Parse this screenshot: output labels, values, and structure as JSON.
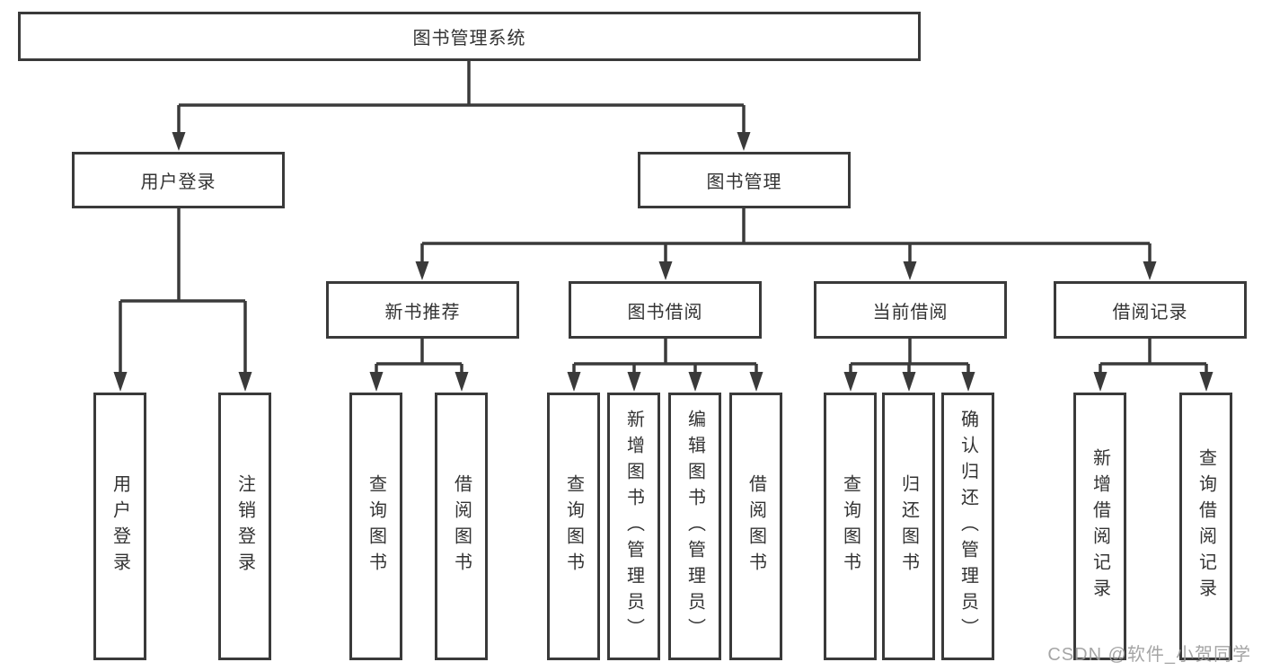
{
  "title": "图书管理系统",
  "nodes": {
    "root": "图书管理系统",
    "level2": [
      "用户登录",
      "图书管理"
    ],
    "level3": [
      "新书推荐",
      "图书借阅",
      "当前借阅",
      "借阅记录"
    ],
    "leaves": [
      "用户登录",
      "注销登录",
      "查询图书",
      "借阅图书",
      "查询图书",
      "新增图书（管理员）",
      "编辑图书（管理员）",
      "借阅图书",
      "查询图书",
      "归还图书",
      "确认归还（管理员）",
      "新增借阅记录",
      "查询借阅记录"
    ]
  },
  "hierarchy": {
    "图书管理系统": {
      "用户登录": [
        "用户登录",
        "注销登录"
      ],
      "图书管理": {
        "新书推荐": [
          "查询图书",
          "借阅图书"
        ],
        "图书借阅": [
          "查询图书",
          "新增图书（管理员）",
          "编辑图书（管理员）",
          "借阅图书"
        ],
        "当前借阅": [
          "查询图书",
          "归还图书",
          "确认归还（管理员）"
        ],
        "借阅记录": [
          "新增借阅记录",
          "查询借阅记录"
        ]
      }
    }
  },
  "watermark": "CSDN @软件_小贺同学",
  "colors": {
    "line": "#3a3a3a",
    "text": "#333333",
    "watermark": "#9c9c9c",
    "background": "#ffffff"
  }
}
